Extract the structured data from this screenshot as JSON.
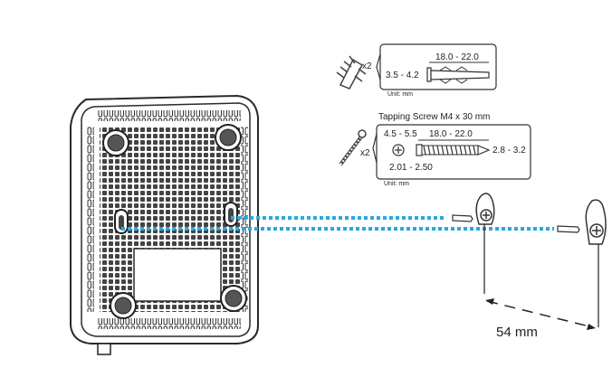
{
  "anchor_callout": {
    "quantity": "x2",
    "length_dim": "18.0 - 22.0",
    "diameter_dim": "3.5 - 4.2",
    "unit": "Unit: mm"
  },
  "screw_callout": {
    "title": "Tapping Screw M4 x 30 mm",
    "quantity": "x2",
    "head_dim": "4.5 - 5.5",
    "length_dim": "18.0 - 22.0",
    "thread_dim": "2.8 - 3.2",
    "shank_dim": "2.01 - 2.50",
    "unit": "Unit: mm"
  },
  "spacing_label": "54 mm",
  "colors": {
    "guide_line": "#29a9e0",
    "outline": "#2a2a2a"
  }
}
